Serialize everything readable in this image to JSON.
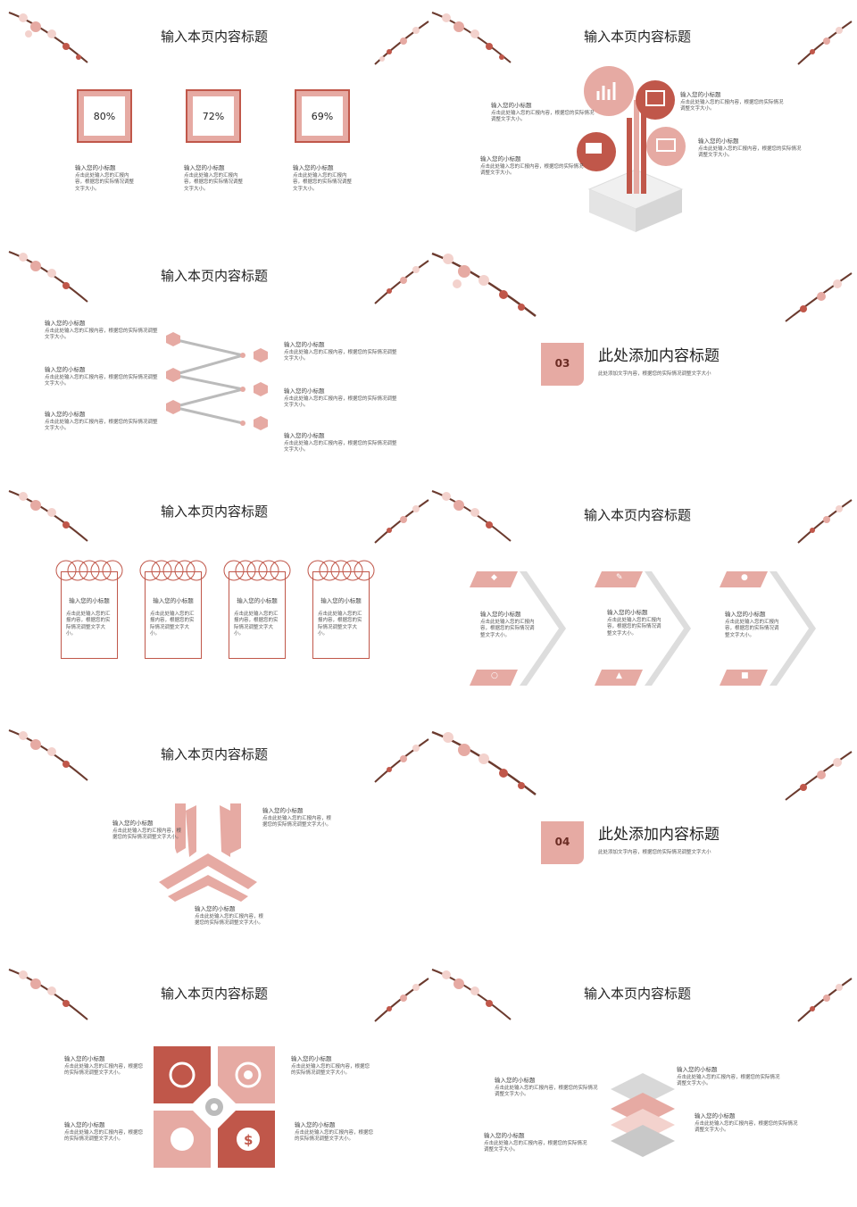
{
  "slide_title": "输入本页内容标题",
  "subtitle": "输入您的小标题",
  "section_title": "此处添加内容标题",
  "section_body": "此处添加文字内容，根据您的实际情况调整文字大小",
  "colors": {
    "primary": "#c0574a",
    "light": "#e6aaa3",
    "pale": "#f3d2cd",
    "gray": "#cccccc"
  },
  "slide1": {
    "percents": [
      "80%",
      "72%",
      "69%"
    ],
    "text": [
      "点击此处输入您的汇报内容，根据您的实际情况调整文字大小。",
      "点击此处输入您的汇报内容，根据您的实际情况调整文字大小。",
      "点击此处输入您的汇报内容，根据您的实际情况调整文字大小。"
    ]
  },
  "slide2": {
    "text": [
      "点击此处输入您的汇报内容，根据您的实际情况调整文字大小。",
      "点击此处输入您的汇报内容，根据您的实际情况调整文字大小。",
      "点击此处输入您的汇报内容，根据您的实际情况调整文字大小。",
      "点击此处输入您的汇报内容，根据您的实际情况调整文字大小。"
    ]
  },
  "slide3": {
    "text": [
      "点击此处输入您的汇报内容，根据您的实际情况调整文字大小。",
      "点击此处输入您的汇报内容，根据您的实际情况调整文字大小。",
      "点击此处输入您的汇报内容，根据您的实际情况调整文字大小。",
      "点击此处输入您的汇报内容，根据您的实际情况调整文字大小。",
      "点击此处输入您的汇报内容，根据您的实际情况调整文字大小。",
      "点击此处输入您的汇报内容，根据您的实际情况调整文字大小。"
    ]
  },
  "slide4": {
    "number": "03"
  },
  "slide5": {
    "text": [
      "点击此处输入您的汇报内容，根据您的实际情况调整文字大小。",
      "点击此处输入您的汇报内容，根据您的实际情况调整文字大小。",
      "点击此处输入您的汇报内容，根据您的实际情况调整文字大小。",
      "点击此处输入您的汇报内容，根据您的实际情况调整文字大小。"
    ]
  },
  "slide6": {
    "text": [
      "点击此处输入您的汇报内容，根据您的实际情况调整文字大小。",
      "点击此处输入您的汇报内容，根据您的实际情况调整文字大小。",
      "点击此处输入您的汇报内容，根据您的实际情况调整文字大小。"
    ]
  },
  "slide7": {
    "text": [
      "点击此处输入您的汇报内容，根据您的实际情况调整文字大小。",
      "点击此处输入您的汇报内容，根据您的实际情况调整文字大小。",
      "点击此处输入您的汇报内容，根据您的实际情况调整文字大小。"
    ]
  },
  "slide8": {
    "number": "04"
  },
  "slide9": {
    "text": [
      "点击此处输入您的汇报内容，根据您的实际情况调整文字大小。",
      "点击此处输入您的汇报内容，根据您的实际情况调整文字大小。",
      "点击此处输入您的汇报内容，根据您的实际情况调整文字大小。",
      "点击此处输入您的汇报内容，根据您的实际情况调整文字大小。"
    ]
  },
  "slide10": {
    "text": [
      "点击此处输入您的汇报内容，根据您的实际情况调整文字大小。",
      "点击此处输入您的汇报内容，根据您的实际情况调整文字大小。",
      "点击此处输入您的汇报内容，根据您的实际情况调整文字大小。",
      "点击此处输入您的汇报内容，根据您的实际情况调整文字大小。"
    ]
  },
  "icons": [
    "blossom-branch-icon",
    "chart-icon",
    "book-icon",
    "presentation-icon",
    "monitor-icon",
    "gem-icon",
    "chat-icon",
    "pencil-icon",
    "thumbs-up-icon",
    "bulb-icon",
    "lock-icon",
    "compass-icon",
    "target-icon",
    "gear-icon",
    "shuffle-icon",
    "dollar-icon"
  ]
}
